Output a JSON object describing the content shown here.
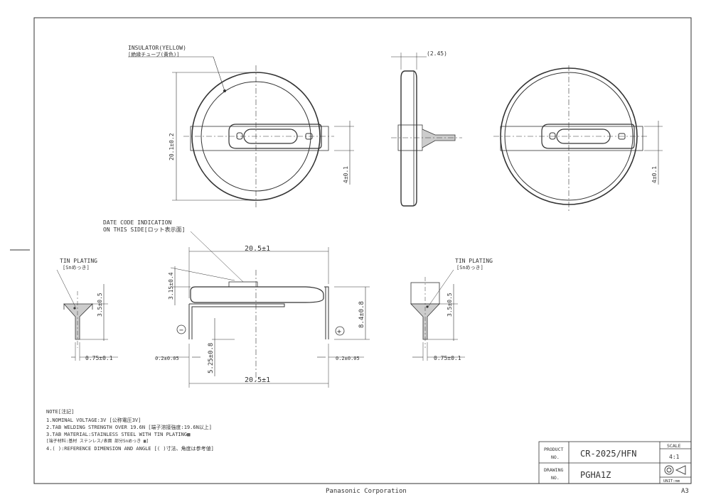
{
  "labels": {
    "insulator": "INSULATOR(YELLOW)",
    "insulator_jp": "[絶縁チューブ(黄色)]",
    "thickness": "(2.45)",
    "diameter": "20.1±0.2",
    "tab_gap_left": "4±0.1",
    "tab_gap_right": "4±0.1",
    "date_code": "DATE CODE INDICATION",
    "date_code_2": "ON THIS SIDE[ロット表示面]",
    "width_top": "20.5±1",
    "width_bottom": "20.5±1",
    "step_315": "3.15±0.4",
    "height_84": "8.4±0.8",
    "height_525": "5.25±0.8",
    "tab_02_left": "0.2±0.05",
    "tab_02_right": "0.2±0.05",
    "minus": "−",
    "plus": "+",
    "tin_plating_left": "TIN PLATING",
    "tin_plating_left_jp": "[Snめっき]",
    "tin_plating_right": "TIN PLATING",
    "tin_plating_right_jp": "[Snめっき]",
    "pin_35_left": "3.5±0.5",
    "pin_35_right": "3.5±0.5",
    "pin_075_left": "0.75±0.1",
    "pin_075_right": "0.75±0.1"
  },
  "notes": {
    "title": "NOTE[注記]",
    "lines": [
      "1.NOMINAL VOLTAGE:3V [公称電圧3V]",
      "2.TAB WELDING STRENGTH OVER 19.6N [端子溶接強度:19.6N以上]",
      "3.TAB MATERIAL:STAINLESS STEEL WITH TIN PLATING▩",
      " [端子材料:基材 ステンレス/表面 部分Snめっき ▩]",
      "4.( ):REFERENCE DIMENSION AND ANGLE [( )寸法、角度は参考値]"
    ]
  },
  "title_block": {
    "product_label_1": "PRODUCT",
    "product_label_2": "NO.",
    "product_value": "CR-2025/HFN",
    "drawing_label_1": "DRAWING",
    "drawing_label_2": "NO.",
    "drawing_value": "PGHA1Z",
    "scale_label": "SCALE",
    "scale_value": "4:1",
    "unit_label": "UNIT:mm"
  },
  "footer": {
    "company": "Panasonic Corporation",
    "sheet_size": "A3"
  }
}
